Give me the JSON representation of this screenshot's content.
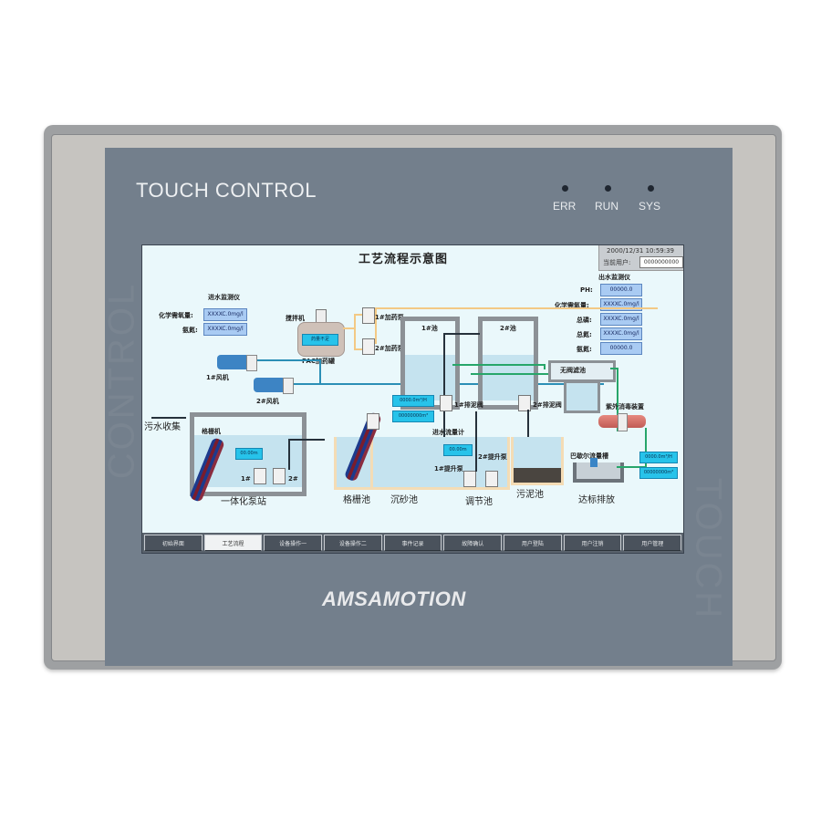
{
  "device": {
    "brand_title": "TOUCH CONTROL",
    "side_left_text": "CONTROL",
    "side_right_text": "TOUCH",
    "logo": "AMSAMOTION",
    "leds": [
      {
        "label": "ERR"
      },
      {
        "label": "RUN"
      },
      {
        "label": "SYS"
      }
    ],
    "colors": {
      "face": "#737f8c",
      "frame": "#c6c4c0",
      "screen_bg": "#eaf8fb"
    }
  },
  "screen": {
    "title": "工艺流程示意图",
    "datetime": "2000/12/31 10:59:39",
    "current_user_label": "当前用户:",
    "current_user_value": "0000000000",
    "inlet_panel": {
      "title": "进水监测仪",
      "rows": [
        {
          "label": "化学需氧量:",
          "value": "XXXXC.0mg/l"
        },
        {
          "label": "氨氮:",
          "value": "XXXXC.0mg/l"
        }
      ]
    },
    "outlet_panel": {
      "title": "出水监测仪",
      "rows": [
        {
          "label": "PH:",
          "value": "00000.0"
        },
        {
          "label": "化学需氧量:",
          "value": "XXXXC.0mg/l"
        },
        {
          "label": "总磷:",
          "value": "XXXXC.0mg/l"
        },
        {
          "label": "总氮:",
          "value": "XXXXC.0mg/l"
        },
        {
          "label": "氨氮:",
          "value": "00000.0"
        }
      ]
    },
    "equipment": {
      "mixer": "搅拌机",
      "pac_tank": "PAC加药罐",
      "pac_status": "药量不足",
      "dosing_pump_1": "1#加药泵",
      "dosing_pump_2": "2#加药泵",
      "blower_1": "1#风机",
      "blower_2": "2#风机",
      "tank_1": "1#池",
      "tank_2": "2#池",
      "sludge_valve_1": "1#排泥阀",
      "sludge_valve_2": "2#排泥阀",
      "valveless_filter": "无阀滤池",
      "uv_device": "紫外消毒装置",
      "parshall": "巴歇尔流量槽",
      "discharge": "达标排放",
      "grille_machine": "格栅机",
      "sewage_collect": "污水收集",
      "pump_station": "一体化泵站",
      "grille_tank": "格栅池",
      "grit_tank": "沉砂池",
      "regulating_tank": "调节池",
      "sludge_tank": "污泥池",
      "inflow_meter": "进水流量计",
      "lift_pump_1": "1#提升泵",
      "lift_pump_2": "2#提升泵",
      "pump_1": "1#",
      "pump_2": "2#"
    },
    "readings": {
      "station_level": "00.00m",
      "regulating_level": "00.00m",
      "inflow_rate": "0000.0m³/H",
      "inflow_total": "00000000m³",
      "outflow_rate": "0000.0m³/H",
      "outflow_total": "00000000m³"
    },
    "tabs": [
      {
        "label": "初始界面",
        "active": false
      },
      {
        "label": "工艺流程",
        "active": true
      },
      {
        "label": "设备操作一",
        "active": false
      },
      {
        "label": "设备操作二",
        "active": false
      },
      {
        "label": "事件记录",
        "active": false
      },
      {
        "label": "故障确认",
        "active": false
      },
      {
        "label": "用户登陆",
        "active": false
      },
      {
        "label": "用户注销",
        "active": false
      },
      {
        "label": "用户管理",
        "active": false
      }
    ]
  }
}
